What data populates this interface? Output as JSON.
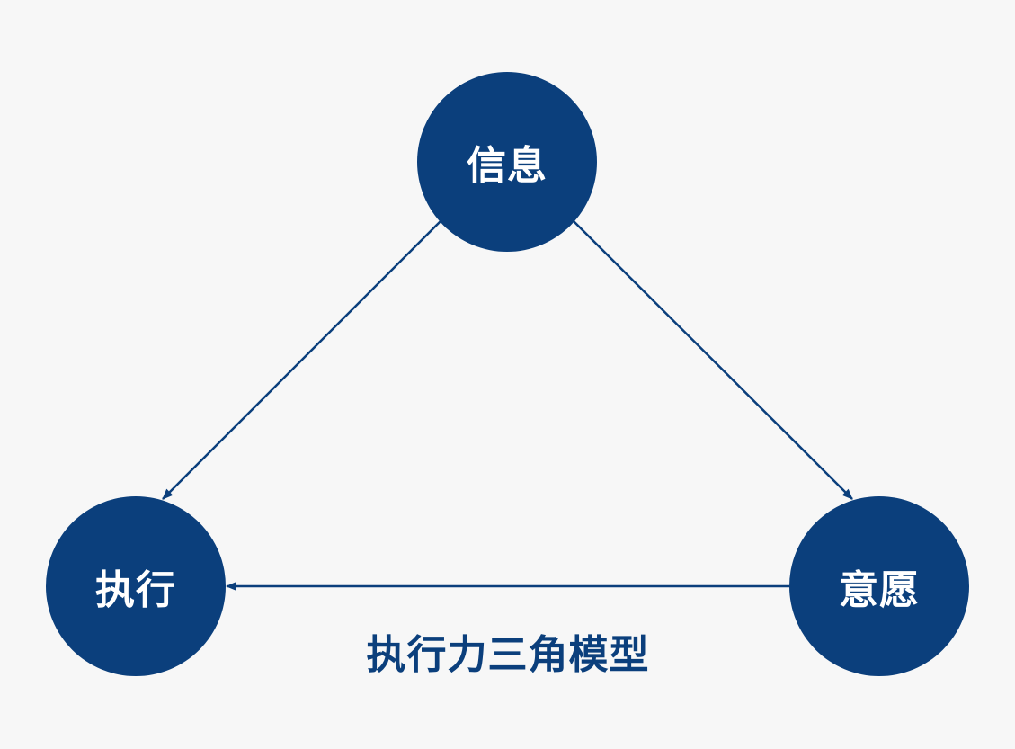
{
  "colors": {
    "node_fill": "#0b3f7c",
    "arrow": "#0b3f7c",
    "caption": "#0b3f7c",
    "background": "#f7f7f7",
    "node_text": "#ffffff"
  },
  "nodes": {
    "top": {
      "label": "信息"
    },
    "left": {
      "label": "执行"
    },
    "right": {
      "label": "意愿"
    }
  },
  "edges": [
    {
      "from": "信息",
      "to": "执行"
    },
    {
      "from": "信息",
      "to": "意愿"
    },
    {
      "from": "意愿",
      "to": "执行"
    }
  ],
  "caption": "执行力三角模型"
}
